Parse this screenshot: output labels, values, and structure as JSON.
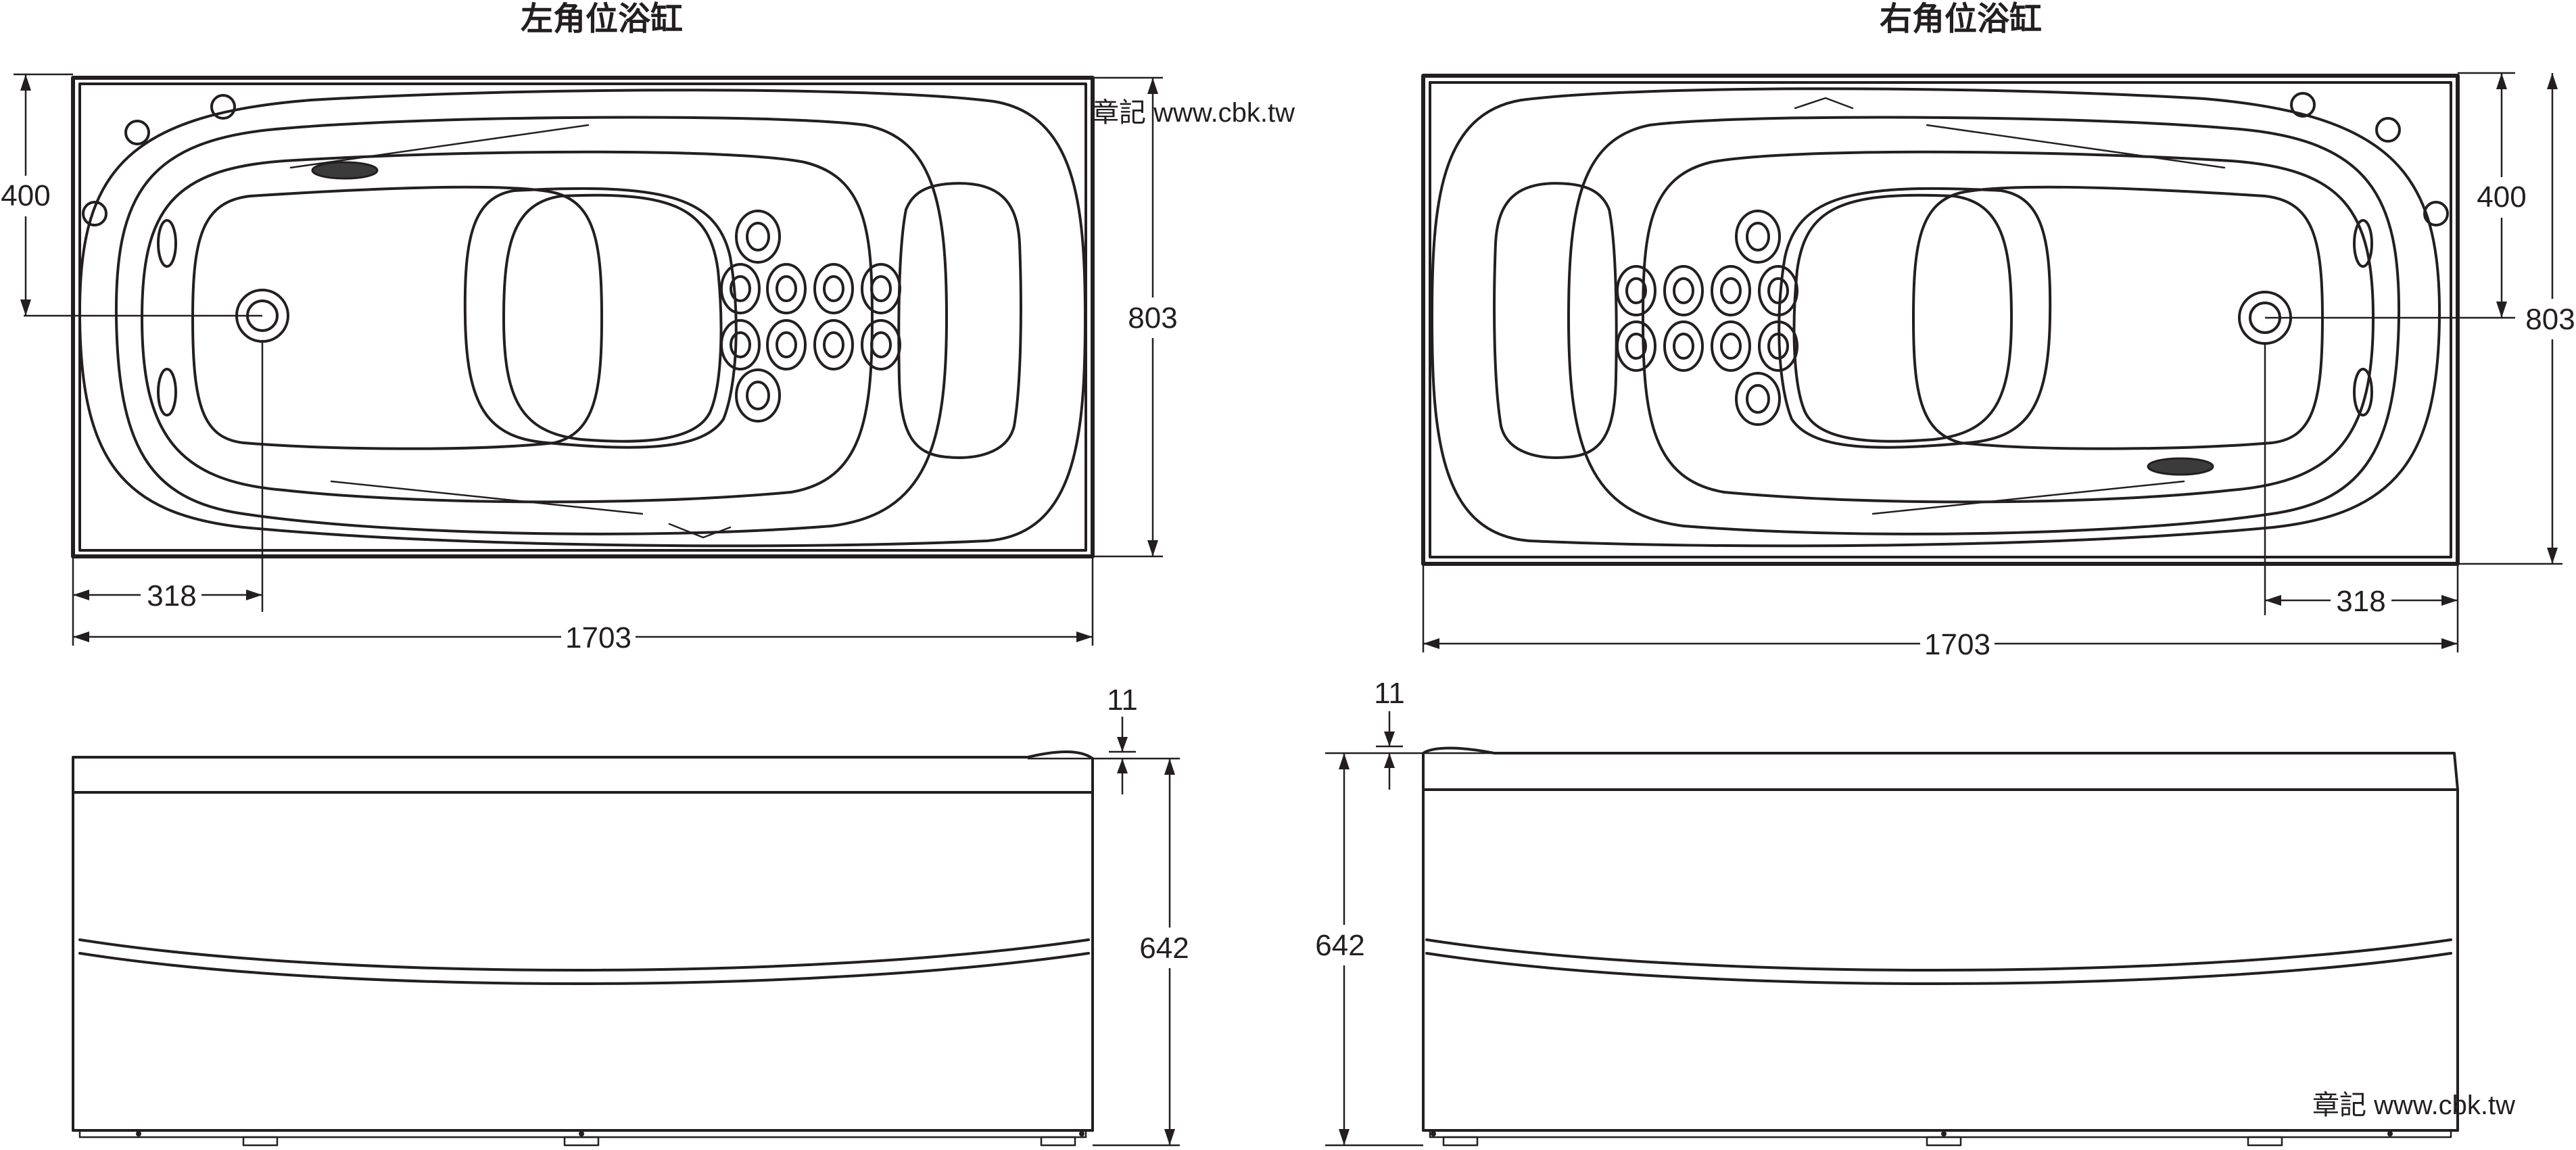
{
  "titles": {
    "left": "左角位浴缸",
    "right": "右角位浴缸"
  },
  "watermark": "章記 www.cbk.tw",
  "dimensions": {
    "depth_to_drain": "400",
    "width": "803",
    "drain_offset": "318",
    "length": "1703",
    "rim": "11",
    "height": "642"
  }
}
